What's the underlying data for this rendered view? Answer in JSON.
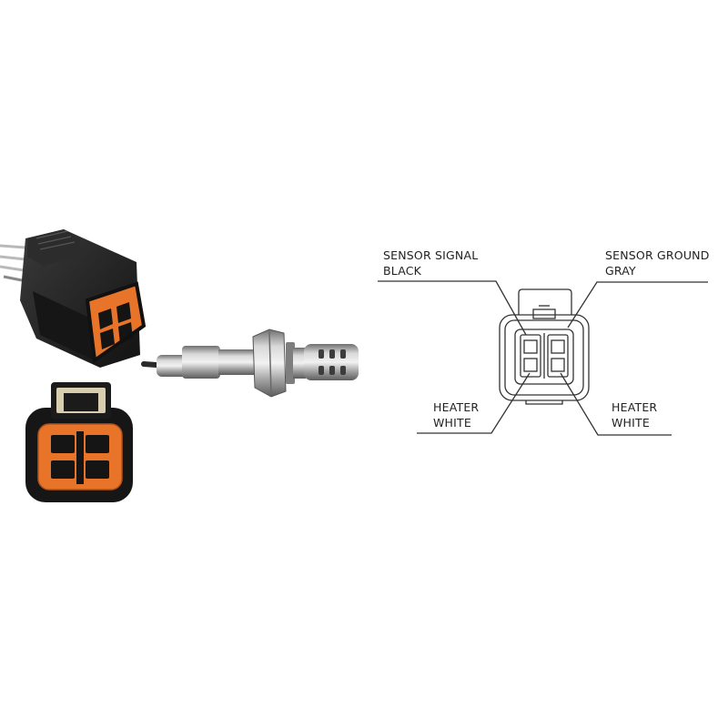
{
  "pinout": {
    "top_left": {
      "line1": "SENSOR SIGNAL",
      "line2": "BLACK"
    },
    "top_right": {
      "line1": "SENSOR GROUND",
      "line2": "GRAY"
    },
    "bottom_left": {
      "line1": "HEATER",
      "line2": "WHITE"
    },
    "bottom_right": {
      "line1": "HEATER",
      "line2": "WHITE"
    }
  },
  "colors": {
    "connector_body": "#1d1d1d",
    "connector_insert": "#e8742a",
    "sensor_metal": "#a9a9a9",
    "diagram_line": "#333333"
  }
}
